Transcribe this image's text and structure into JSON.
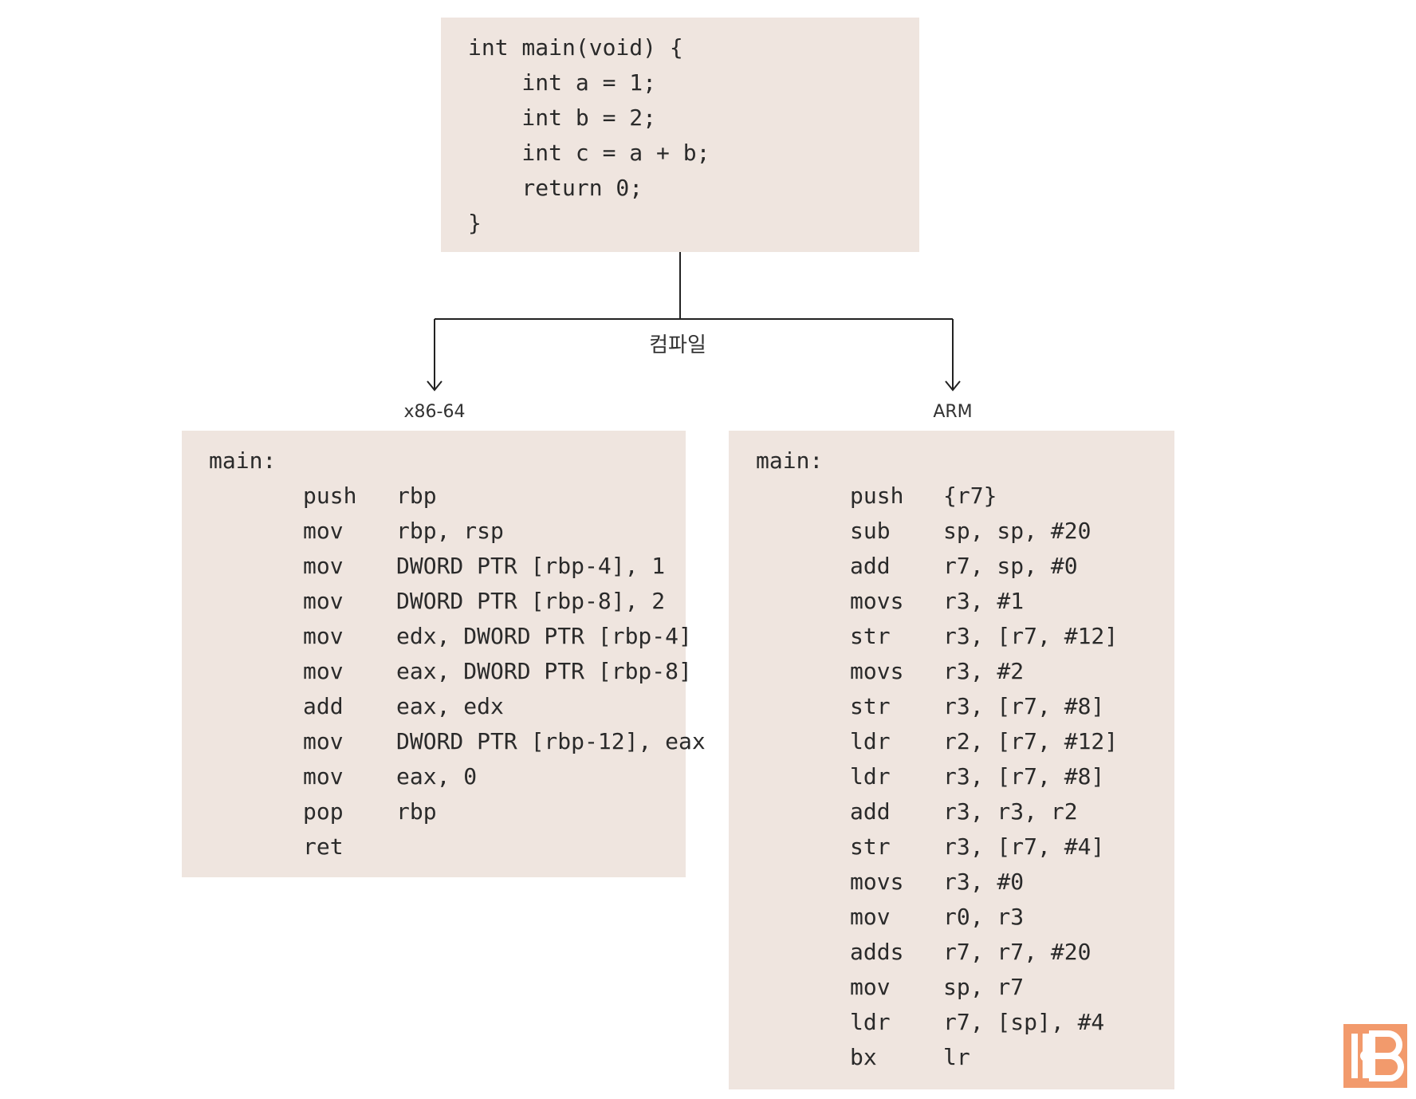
{
  "source": {
    "lines": [
      "int main(void) {",
      "    int a = 1;",
      "    int b = 2;",
      "    int c = a + b;",
      "    return 0;",
      "}"
    ]
  },
  "compile_label": "컴파일",
  "x86": {
    "arch_label": "x86-64",
    "header": "main:",
    "rows": [
      {
        "op": "push",
        "args": "rbp"
      },
      {
        "op": "mov",
        "args": "rbp, rsp"
      },
      {
        "op": "mov",
        "args": "DWORD PTR [rbp-4], 1"
      },
      {
        "op": "mov",
        "args": "DWORD PTR [rbp-8], 2"
      },
      {
        "op": "mov",
        "args": "edx, DWORD PTR [rbp-4]"
      },
      {
        "op": "mov",
        "args": "eax, DWORD PTR [rbp-8]"
      },
      {
        "op": "add",
        "args": "eax, edx"
      },
      {
        "op": "mov",
        "args": "DWORD PTR [rbp-12], eax"
      },
      {
        "op": "mov",
        "args": "eax, 0"
      },
      {
        "op": "pop",
        "args": "rbp"
      },
      {
        "op": "ret",
        "args": ""
      }
    ]
  },
  "arm": {
    "arch_label": "ARM",
    "header": "main:",
    "rows": [
      {
        "op": "push",
        "args": "{r7}"
      },
      {
        "op": "sub",
        "args": "sp, sp, #20"
      },
      {
        "op": "add",
        "args": "r7, sp, #0"
      },
      {
        "op": "movs",
        "args": "r3, #1"
      },
      {
        "op": "str",
        "args": "r3, [r7, #12]"
      },
      {
        "op": "movs",
        "args": "r3, #2"
      },
      {
        "op": "str",
        "args": "r3, [r7, #8]"
      },
      {
        "op": "ldr",
        "args": "r2, [r7, #12]"
      },
      {
        "op": "ldr",
        "args": "r3, [r7, #8]"
      },
      {
        "op": "add",
        "args": "r3, r3, r2"
      },
      {
        "op": "str",
        "args": "r3, [r7, #4]"
      },
      {
        "op": "movs",
        "args": "r3, #0"
      },
      {
        "op": "mov",
        "args": "r0, r3"
      },
      {
        "op": "adds",
        "args": "r7, r7, #20"
      },
      {
        "op": "mov",
        "args": "sp, r7"
      },
      {
        "op": "ldr",
        "args": "r7, [sp], #4"
      },
      {
        "op": "bx",
        "args": "lr"
      }
    ]
  },
  "colors": {
    "box_bg": "#efe5df",
    "logo": "#f29a6c",
    "line": "#222222"
  },
  "logo_icon": "brand-logo-icon"
}
